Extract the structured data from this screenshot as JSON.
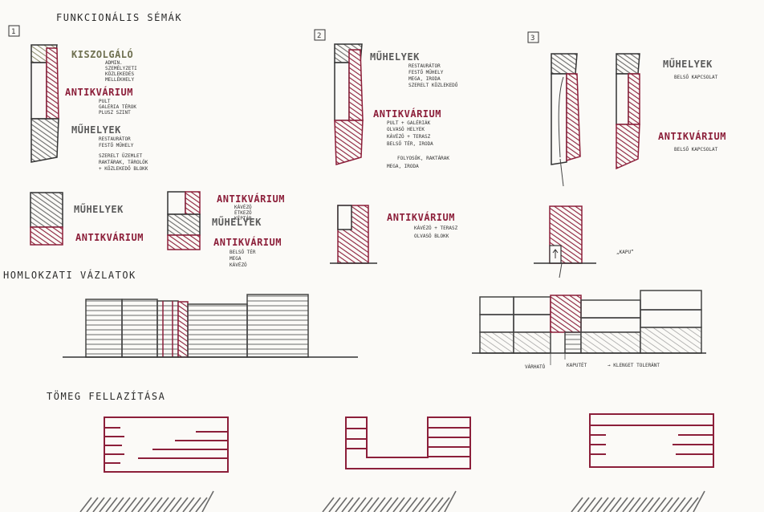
{
  "colors": {
    "red": "#8c1f3a",
    "grey": "#6a6a6a",
    "olive": "#6f7050",
    "ink": "#2b2b2b",
    "paper": "#fbfaf7"
  },
  "headings": {
    "functional": "FUNKCIONÁLIS SÉMÁK",
    "facade": "HOMLOKZATI VÁZLATOK",
    "massing": "TÖMEG FELLAZÍTÁSA"
  },
  "schemes": {
    "s1": {
      "num": "1",
      "service": "KISZOLGÁLÓ",
      "service_notes": [
        "ADMIN.",
        "SZEMÉLYZETI",
        "KÖZLEKEDÉS",
        "MELLÉKHELY"
      ],
      "antik": "ANTIKVÁRIUM",
      "antik_notes": [
        "PULT",
        "GALÉRIA TÉROK",
        "PLUSZ SZINT"
      ],
      "muh": "MŰHELYEK",
      "muh_notes": [
        "RESTAURÁTOR",
        "FESTŐ MŰHELY",
        "SZERELT ÜZEMLET",
        "RAKTÁRAK, TÁROLÓK",
        "+ KÖZLEKEDŐ BLOKK"
      ],
      "b_muh": "MŰHELYEK",
      "b_antik": "ANTIKVÁRIUM",
      "c_antik1": "ANTIKVÁRIUM",
      "c_notes1": [
        "KÁVÉZÓ",
        "ÉTKEZŐ",
        "KÉPTÁR"
      ],
      "c_muh": "MŰHELYEK",
      "c_antik2": "ANTIKVÁRIUM",
      "c_notes2": [
        "BELSŐ TÉR",
        "MEGA",
        "KÁVÉZÓ"
      ]
    },
    "s2": {
      "num": "2",
      "muh": "MŰHELYEK",
      "muh_notes": [
        "RESTAURÁTOR",
        "FESTŐ MŰHELY",
        "MEGA, IRODA",
        "SZERELT KÖZLEKEDŐ"
      ],
      "antik": "ANTIKVÁRIUM",
      "antik_notes": [
        "PULT + GALÉRIÁK",
        "OLVASÓ HELYEK",
        "KÁVÉZÓ + TERASZ",
        "BELSŐ TÉR, IRODA",
        "FOLYOSÓK, RAKTÁRAK",
        "MEGA, IRODA"
      ],
      "b_antik": "ANTIKVÁRIUM",
      "b_notes": [
        "KÁVÉZÓ + TERASZ",
        "OLVASÓ BLOKK"
      ]
    },
    "s3": {
      "num": "3",
      "muh": "MŰHELYEK",
      "muh_notes": [
        "BELSŐ KAPCSOLAT"
      ],
      "antik": "ANTIKVÁRIUM",
      "antik_notes": [
        "BELSŐ KAPCSOLAT"
      ],
      "b_note": "„KAPU”"
    }
  },
  "facade": {
    "labels": [
      "VÁRHATÓ",
      "KAPUTÉT",
      "→ KLENGET TOLERÁNT"
    ]
  }
}
